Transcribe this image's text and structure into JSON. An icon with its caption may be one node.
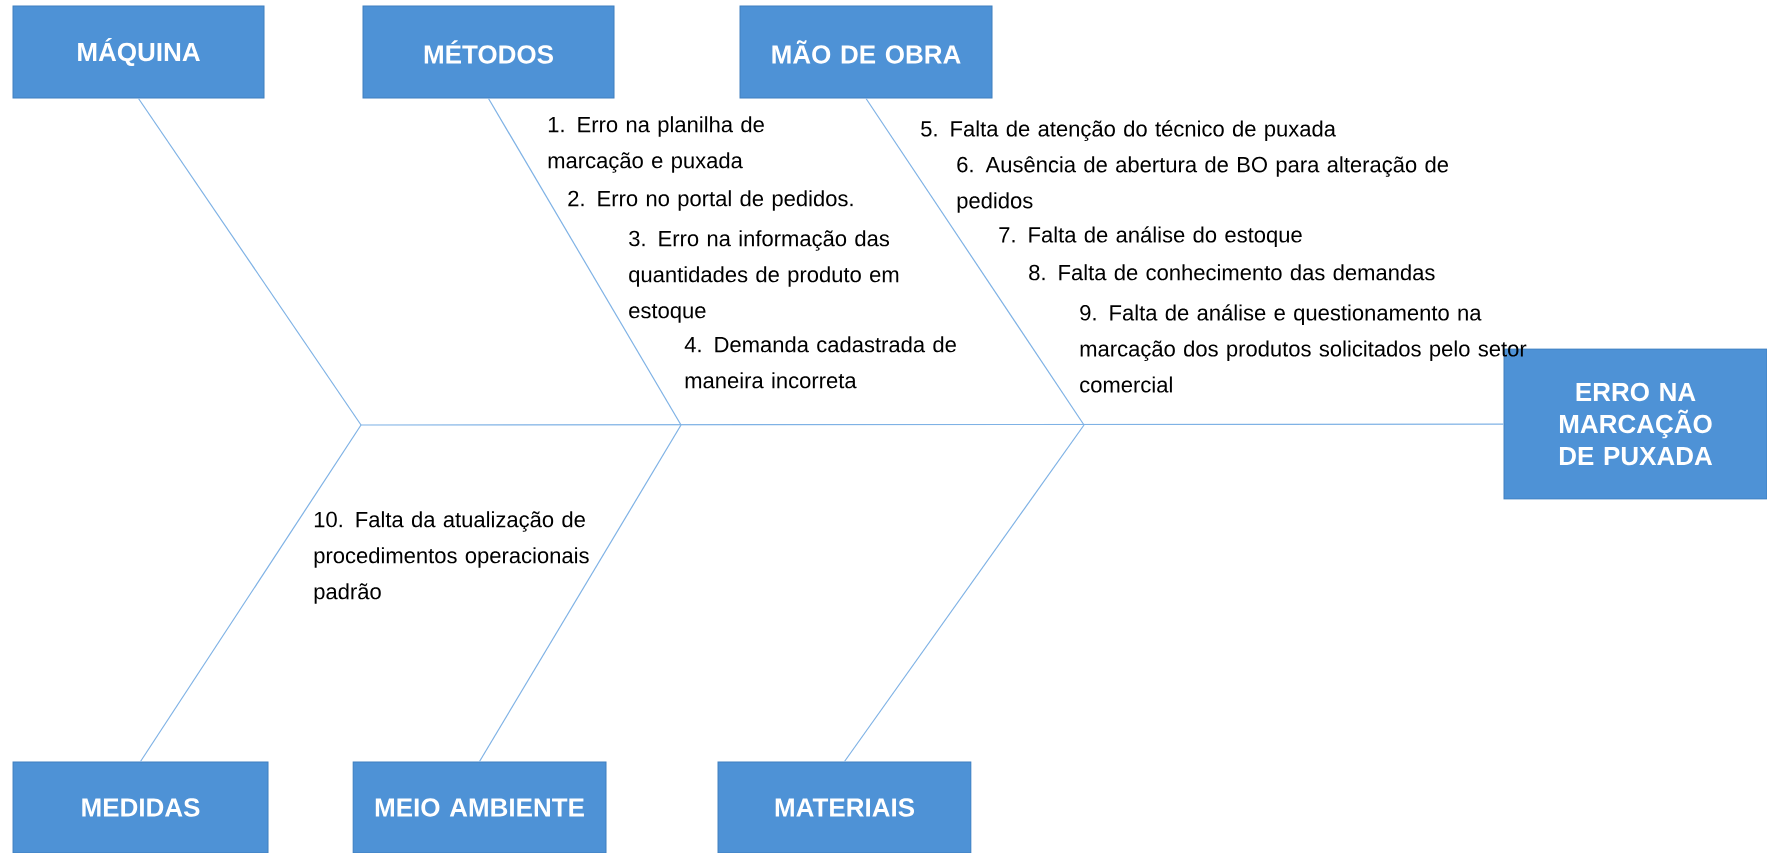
{
  "diagram": {
    "nodes": [
      {
        "text": [
          "MÁQUINA"
        ]
      },
      {
        "text": [
          "MÉTODOS"
        ]
      },
      {
        "text": [
          "MÃO DE OBRA"
        ]
      },
      {
        "text": [
          "ERRO NA MARCAÇÃO DE PUXADA"
        ]
      },
      {
        "text": [
          "MEDIDAS"
        ]
      },
      {
        "text": [
          "MEIO AMBIENTE"
        ]
      },
      {
        "text": [
          "MATERIAIS"
        ]
      }
    ],
    "edges": [
      {
        "from": 0,
        "to": null,
        "arrow": "none"
      },
      {
        "from": 1,
        "to": null,
        "arrow": "none"
      },
      {
        "from": 2,
        "to": null,
        "arrow": "none"
      },
      {
        "from": 4,
        "to": null,
        "arrow": "none"
      },
      {
        "from": 5,
        "to": null,
        "arrow": "none"
      },
      {
        "from": 6,
        "to": null,
        "arrow": "none"
      },
      {
        "from": null,
        "to": 3,
        "arrow": "none"
      }
    ],
    "labels": [
      "1. Erro na planilha de marcação e puxada",
      "2. Erro no portal de pedidos.",
      "3. Erro na informação das quantidades de produto em estoque",
      "4. Demanda cadastrada de maneira incorreta",
      "5. Falta de atenção do técnico de puxada",
      "6. Ausência de abertura de BO para alteração de pedidos",
      "7. Falta de análise do estoque",
      "8. Falta de conhecimento das demandas",
      "9. Falta de análise e questionamento na marcação dos produtos solicitados pelo setor comercial",
      "10. Falta da atualização de procedimentos operacionais padrão"
    ]
  }
}
